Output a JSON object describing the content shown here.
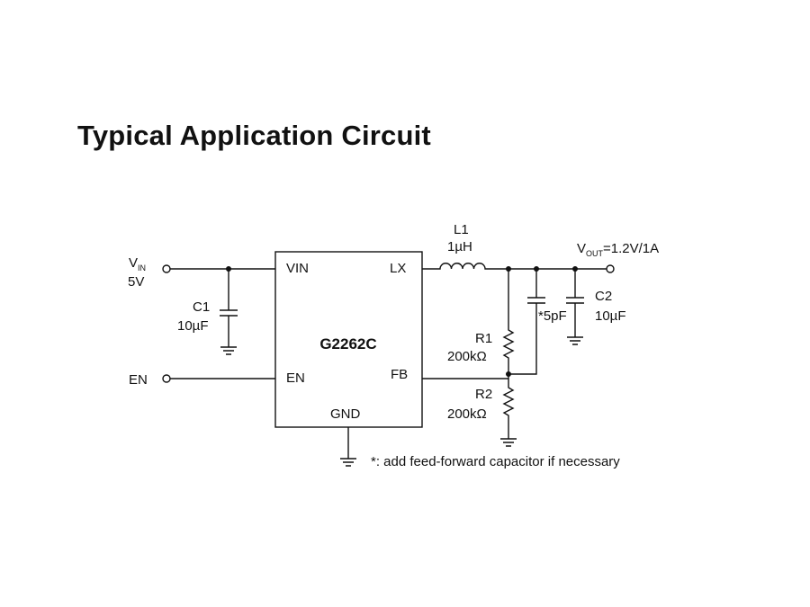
{
  "title": "Typical Application Circuit",
  "ic": {
    "name": "G2262C",
    "pins": {
      "vin": "VIN",
      "lx": "LX",
      "en": "EN",
      "fb": "FB",
      "gnd": "GND"
    }
  },
  "input": {
    "v_main": "V",
    "v_sub": "IN",
    "value": "5V",
    "en": "EN"
  },
  "components": {
    "c1": {
      "ref": "C1",
      "value": "10µF"
    },
    "l1": {
      "ref": "L1",
      "value": "1µH"
    },
    "cff": {
      "value": "*5pF"
    },
    "c2": {
      "ref": "C2",
      "value": "10µF"
    },
    "r1": {
      "ref": "R1",
      "value": "200kΩ"
    },
    "r2": {
      "ref": "R2",
      "value": "200kΩ"
    }
  },
  "output": {
    "v_main": "V",
    "v_sub": "OUT",
    "rest": "=1.2V/1A"
  },
  "note": "*: add feed-forward capacitor if necessary"
}
